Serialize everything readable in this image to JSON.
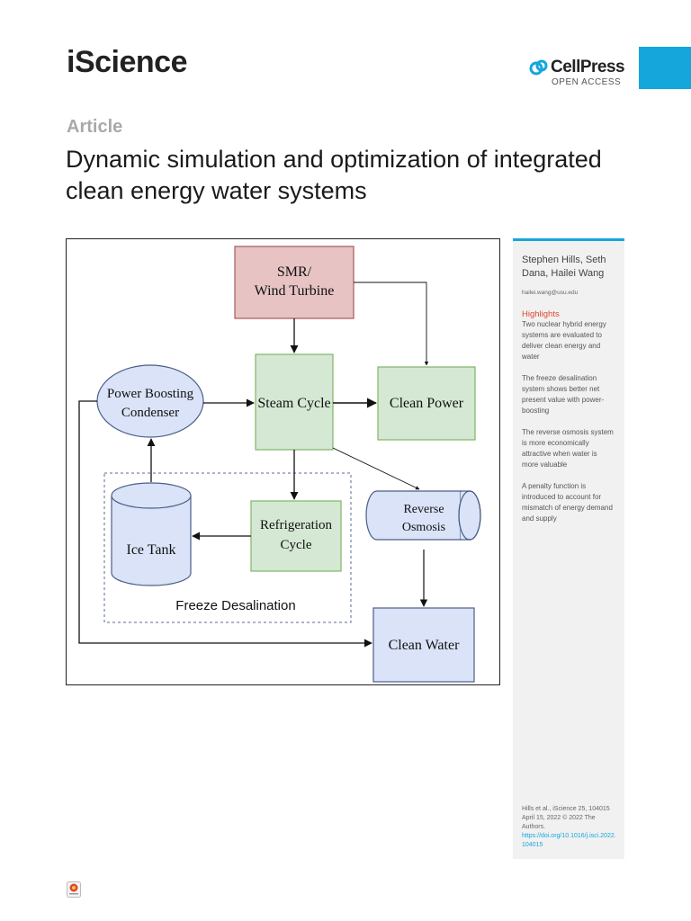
{
  "header": {
    "journal": "iScience",
    "publisher": "CellPress",
    "publisher_sub": "OPEN ACCESS",
    "accent_color": "#15a6dc"
  },
  "article": {
    "type": "Article",
    "title": "Dynamic simulation and optimization of integrated clean energy water systems"
  },
  "diagram": {
    "nodes": {
      "smr": [
        "SMR/",
        "Wind Turbine"
      ],
      "power_boost": [
        "Power Boosting",
        "Condenser"
      ],
      "steam": "Steam Cycle",
      "clean_power": "Clean Power",
      "refrigeration": [
        "Refrigeration",
        "Cycle"
      ],
      "ice_tank": "Ice Tank",
      "reverse_osmosis": [
        "Reverse",
        "Osmosis"
      ],
      "clean_water": "Clean Water",
      "freeze_desal": "Freeze Desalination"
    },
    "colors": {
      "smr_fill": "#e7c3c3",
      "smr_stroke": "#a85b5b",
      "green_fill": "#d5e8d4",
      "green_stroke": "#82b366",
      "blue_fill": "#dae3f7",
      "blue_stroke": "#4a5f8a"
    }
  },
  "sidebar": {
    "authors": "Stephen Hills, Seth Dana, Hailei Wang",
    "email": "hailei.wang@usu.edu",
    "highlights_title": "Highlights",
    "highlights": [
      "Two nuclear hybrid energy systems are evaluated to deliver clean energy and water",
      "The freeze desalination system shows better net present value with power-boosting",
      "The reverse osmosis system is more economically attractive when water is more valuable",
      "A penalty function is introduced to account for mismatch of energy demand and supply"
    ],
    "citation_text": "Hills et al., iScience 25, 104015 April 15, 2022 © 2022 The Authors.",
    "doi": "https://doi.org/10.1016/j.isci.2022.104015"
  }
}
